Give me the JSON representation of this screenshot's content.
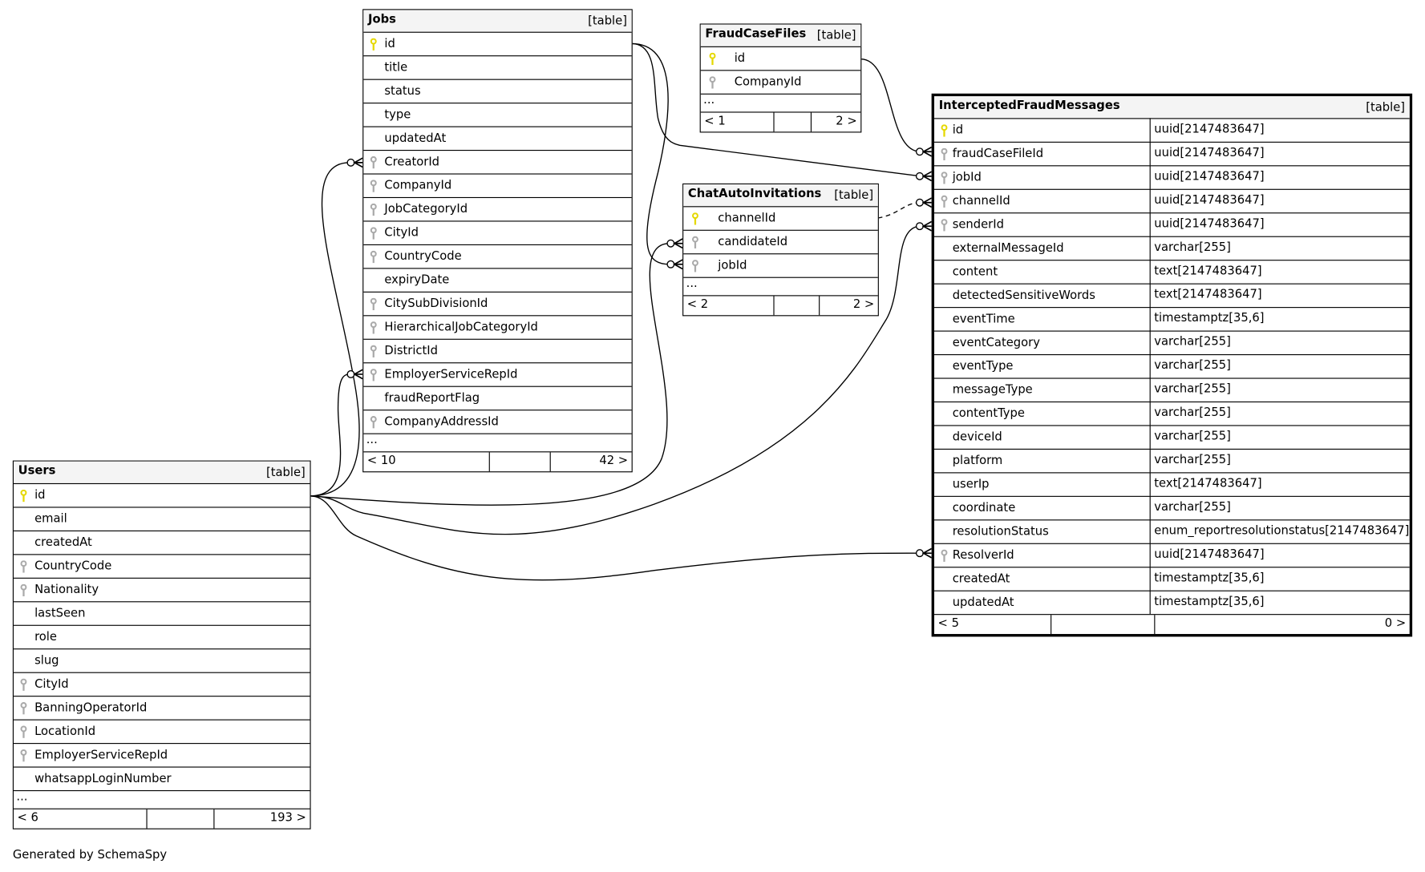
{
  "footer_text": "Generated by SchemaSpy",
  "tag": "[table]",
  "colors": {
    "pk_key": "#e5d800",
    "fk_key": "#aaaaaa",
    "header_bg": "#f4f4f4"
  },
  "tables": [
    {
      "id": "jobs",
      "name": "Jobs",
      "focus": false,
      "more": "...",
      "prev": "< 10",
      "next": "42 >",
      "columns": [
        {
          "name": "id",
          "key": "pk"
        },
        {
          "name": "title",
          "key": ""
        },
        {
          "name": "status",
          "key": ""
        },
        {
          "name": "type",
          "key": ""
        },
        {
          "name": "updatedAt",
          "key": ""
        },
        {
          "name": "CreatorId",
          "key": "fk"
        },
        {
          "name": "CompanyId",
          "key": "fk"
        },
        {
          "name": "JobCategoryId",
          "key": "fk"
        },
        {
          "name": "CityId",
          "key": "fk"
        },
        {
          "name": "CountryCode",
          "key": "fk"
        },
        {
          "name": "expiryDate",
          "key": ""
        },
        {
          "name": "CitySubDivisionId",
          "key": "fk"
        },
        {
          "name": "HierarchicalJobCategoryId",
          "key": "fk"
        },
        {
          "name": "DistrictId",
          "key": "fk"
        },
        {
          "name": "EmployerServiceRepId",
          "key": "fk"
        },
        {
          "name": "fraudReportFlag",
          "key": ""
        },
        {
          "name": "CompanyAddressId",
          "key": "fk"
        }
      ]
    },
    {
      "id": "fraudcasefiles",
      "name": "FraudCaseFiles",
      "focus": false,
      "more": "...",
      "prev": "< 1",
      "next": "2 >",
      "columns": [
        {
          "name": "id",
          "key": "pk"
        },
        {
          "name": "CompanyId",
          "key": "fk"
        }
      ]
    },
    {
      "id": "chatautoinvitations",
      "name": "ChatAutoInvitations",
      "focus": false,
      "more": "...",
      "prev": "< 2",
      "next": "2 >",
      "columns": [
        {
          "name": "channelId",
          "key": "pk"
        },
        {
          "name": "candidateId",
          "key": "fk"
        },
        {
          "name": "jobId",
          "key": "fk"
        }
      ]
    },
    {
      "id": "interceptedfraudmessages",
      "name": "InterceptedFraudMessages",
      "focus": true,
      "more": null,
      "prev": "< 5",
      "next": "0 >",
      "columns": [
        {
          "name": "id",
          "key": "pk",
          "type": "uuid[2147483647]"
        },
        {
          "name": "fraudCaseFileId",
          "key": "fk",
          "type": "uuid[2147483647]"
        },
        {
          "name": "jobId",
          "key": "fk",
          "type": "uuid[2147483647]"
        },
        {
          "name": "channelId",
          "key": "fk",
          "type": "uuid[2147483647]"
        },
        {
          "name": "senderId",
          "key": "fk",
          "type": "uuid[2147483647]"
        },
        {
          "name": "externalMessageId",
          "key": "",
          "type": "varchar[255]"
        },
        {
          "name": "content",
          "key": "",
          "type": "text[2147483647]"
        },
        {
          "name": "detectedSensitiveWords",
          "key": "",
          "type": "text[2147483647]"
        },
        {
          "name": "eventTime",
          "key": "",
          "type": "timestamptz[35,6]"
        },
        {
          "name": "eventCategory",
          "key": "",
          "type": "varchar[255]"
        },
        {
          "name": "eventType",
          "key": "",
          "type": "varchar[255]"
        },
        {
          "name": "messageType",
          "key": "",
          "type": "varchar[255]"
        },
        {
          "name": "contentType",
          "key": "",
          "type": "varchar[255]"
        },
        {
          "name": "deviceId",
          "key": "",
          "type": "varchar[255]"
        },
        {
          "name": "platform",
          "key": "",
          "type": "varchar[255]"
        },
        {
          "name": "userIp",
          "key": "",
          "type": "text[2147483647]"
        },
        {
          "name": "coordinate",
          "key": "",
          "type": "varchar[255]"
        },
        {
          "name": "resolutionStatus",
          "key": "",
          "type": "enum_reportresolutionstatus[2147483647]"
        },
        {
          "name": "ResolverId",
          "key": "fk",
          "type": "uuid[2147483647]"
        },
        {
          "name": "createdAt",
          "key": "",
          "type": "timestamptz[35,6]"
        },
        {
          "name": "updatedAt",
          "key": "",
          "type": "timestamptz[35,6]"
        }
      ]
    },
    {
      "id": "users",
      "name": "Users",
      "focus": false,
      "more": "...",
      "prev": "< 6",
      "next": "193 >",
      "columns": [
        {
          "name": "id",
          "key": "pk"
        },
        {
          "name": "email",
          "key": ""
        },
        {
          "name": "createdAt",
          "key": ""
        },
        {
          "name": "CountryCode",
          "key": "fk"
        },
        {
          "name": "Nationality",
          "key": "fk"
        },
        {
          "name": "lastSeen",
          "key": ""
        },
        {
          "name": "role",
          "key": ""
        },
        {
          "name": "slug",
          "key": ""
        },
        {
          "name": "CityId",
          "key": "fk"
        },
        {
          "name": "BanningOperatorId",
          "key": "fk"
        },
        {
          "name": "LocationId",
          "key": "fk"
        },
        {
          "name": "EmployerServiceRepId",
          "key": "fk"
        },
        {
          "name": "whatsappLoginNumber",
          "key": ""
        }
      ]
    }
  ],
  "relationships": [
    {
      "from": "Jobs.id",
      "to": "InterceptedFraudMessages.jobId",
      "style": "solid"
    },
    {
      "from": "Jobs.id",
      "to": "ChatAutoInvitations.jobId",
      "style": "solid"
    },
    {
      "from": "FraudCaseFiles.id",
      "to": "InterceptedFraudMessages.fraudCaseFileId",
      "style": "solid"
    },
    {
      "from": "ChatAutoInvitations.channelId",
      "to": "InterceptedFraudMessages.channelId",
      "style": "dashed"
    },
    {
      "from": "Users.id",
      "to": "Jobs.CreatorId",
      "style": "solid"
    },
    {
      "from": "Users.id",
      "to": "Jobs.EmployerServiceRepId",
      "style": "solid"
    },
    {
      "from": "Users.id",
      "to": "ChatAutoInvitations.candidateId",
      "style": "solid"
    },
    {
      "from": "Users.id",
      "to": "InterceptedFraudMessages.senderId",
      "style": "solid"
    },
    {
      "from": "Users.id",
      "to": "InterceptedFraudMessages.ResolverId",
      "style": "solid"
    }
  ]
}
